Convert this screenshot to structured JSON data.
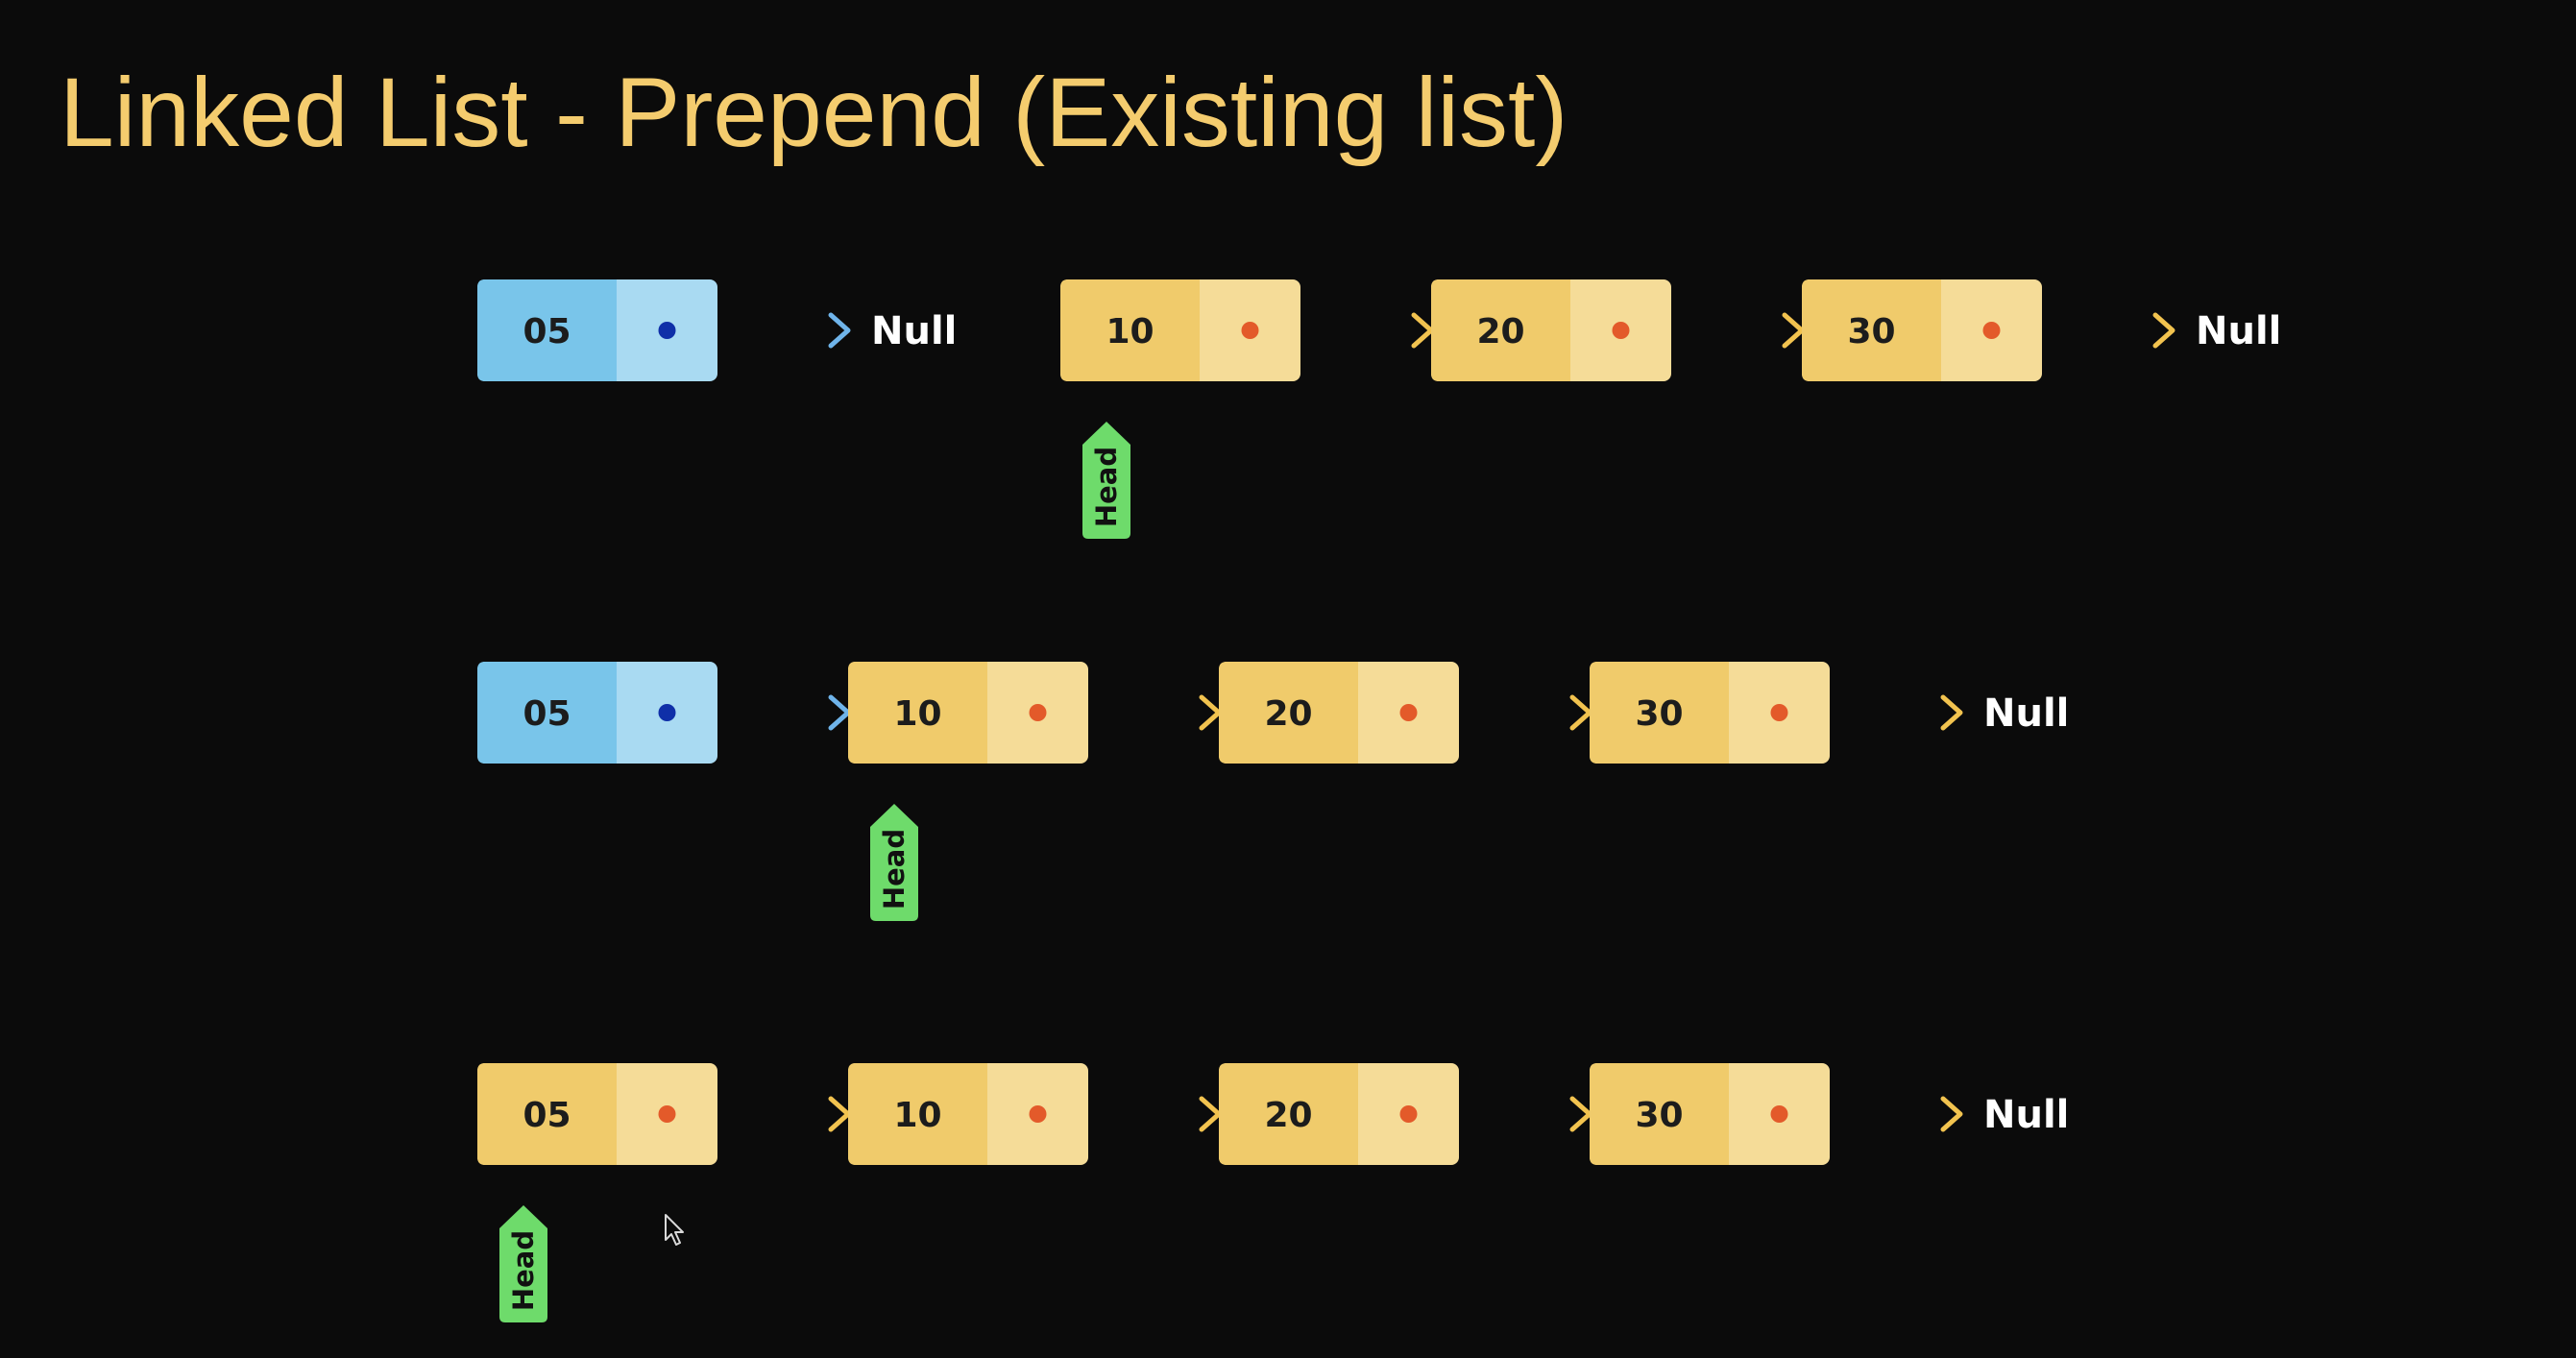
{
  "title": "Linked List - Prepend (Existing list)",
  "colors": {
    "background": "#0b0b0b",
    "title": "#f4cc6e",
    "new_node_value": "#79c5ea",
    "new_node_pointer": "#a9daf2",
    "new_pointer_dot": "#0f2fa8",
    "new_arrow_start": "#1b3db3",
    "new_arrow_end": "#6fb4ea",
    "node_value": "#f0cb6b",
    "node_pointer": "#f5dc98",
    "pointer_dot": "#e35a2a",
    "arrow_start": "#e3622b",
    "arrow_end": "#f2c34f",
    "head_marker": "#6edb6b",
    "null_text": "#ffffff"
  },
  "null_label": "Null",
  "head_label": "Head",
  "steps": [
    {
      "groups": [
        {
          "nodes": [
            {
              "value": "05",
              "kind": "new"
            }
          ],
          "terminal": "Null"
        },
        {
          "nodes": [
            {
              "value": "10",
              "kind": "existing"
            },
            {
              "value": "20",
              "kind": "existing"
            },
            {
              "value": "30",
              "kind": "existing"
            }
          ],
          "terminal": "Null"
        }
      ],
      "head_points_to": "10"
    },
    {
      "groups": [
        {
          "nodes": [
            {
              "value": "05",
              "kind": "new"
            },
            {
              "value": "10",
              "kind": "existing"
            },
            {
              "value": "20",
              "kind": "existing"
            },
            {
              "value": "30",
              "kind": "existing"
            }
          ],
          "terminal": "Null"
        }
      ],
      "head_points_to": "10"
    },
    {
      "groups": [
        {
          "nodes": [
            {
              "value": "05",
              "kind": "existing"
            },
            {
              "value": "10",
              "kind": "existing"
            },
            {
              "value": "20",
              "kind": "existing"
            },
            {
              "value": "30",
              "kind": "existing"
            }
          ],
          "terminal": "Null"
        }
      ],
      "head_points_to": "05"
    }
  ]
}
